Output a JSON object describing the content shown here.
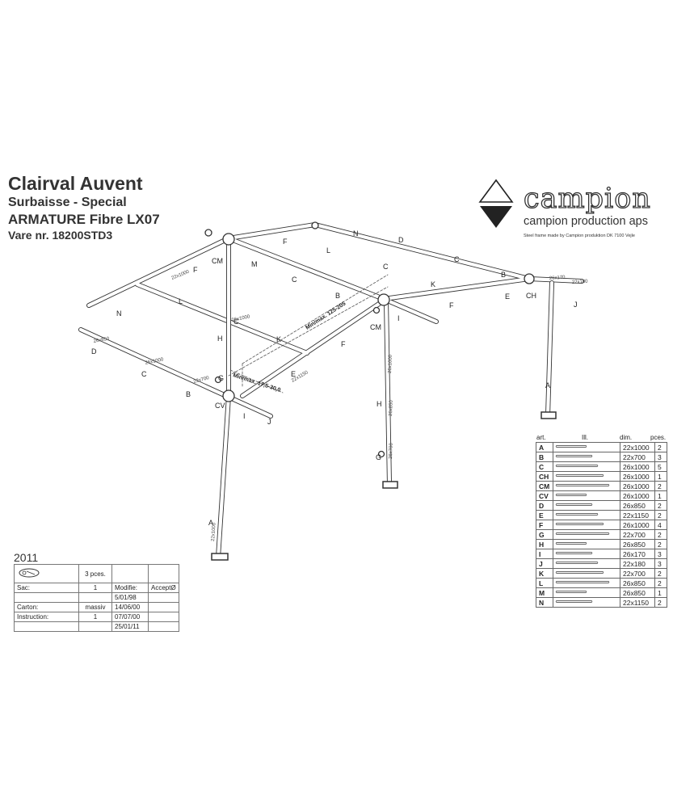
{
  "header": {
    "title": "Clairval Auvent",
    "subtitle": "Surbaisse - Special",
    "product": "ARMATURE Fibre  LX07",
    "item_number": "Vare nr. 18200STD3"
  },
  "logo": {
    "brand": "campion",
    "company": "campion production aps",
    "note": "Steel frame made by Campion produktion    DK 7100 Vejle"
  },
  "diagram": {
    "letters": [
      "A",
      "A",
      "B",
      "B",
      "B",
      "C",
      "C",
      "C",
      "C",
      "C",
      "CH",
      "CM",
      "CM",
      "CV",
      "D",
      "D",
      "E",
      "E",
      "F",
      "F",
      "F",
      "F",
      "G",
      "G",
      "H",
      "H",
      "I",
      "I",
      "J",
      "J",
      "K",
      "K",
      "L",
      "L",
      "M",
      "N",
      "N"
    ],
    "dims": [
      "22x1000",
      "22x700",
      "26x1000",
      "26x850",
      "22x1150",
      "26x170",
      "22x180",
      "26x1000",
      "26x850",
      "26x700",
      "26x1000",
      "22x1000"
    ],
    "min_max_1": "Min/max. 125-205",
    "min_max_2": "Min/max. 17,5-30,0"
  },
  "parts_table": {
    "headers": {
      "art": "art.",
      "ill": "Ill.",
      "dim": "dim.",
      "pcs": "pces."
    },
    "rows": [
      {
        "art": "A",
        "dim": "22x1000",
        "pcs": "2"
      },
      {
        "art": "B",
        "dim": "22x700",
        "pcs": "3"
      },
      {
        "art": "C",
        "dim": "26x1000",
        "pcs": "5"
      },
      {
        "art": "CH",
        "dim": "26x1000",
        "pcs": "1"
      },
      {
        "art": "CM",
        "dim": "26x1000",
        "pcs": "2"
      },
      {
        "art": "CV",
        "dim": "26x1000",
        "pcs": "1"
      },
      {
        "art": "D",
        "dim": "26x850",
        "pcs": "2"
      },
      {
        "art": "E",
        "dim": "22x1150",
        "pcs": "2"
      },
      {
        "art": "F",
        "dim": "26x1000",
        "pcs": "4"
      },
      {
        "art": "G",
        "dim": "22x700",
        "pcs": "2"
      },
      {
        "art": "H",
        "dim": "26x850",
        "pcs": "2"
      },
      {
        "art": "I",
        "dim": "26x170",
        "pcs": "3"
      },
      {
        "art": "J",
        "dim": "22x180",
        "pcs": "3"
      },
      {
        "art": "K",
        "dim": "22x700",
        "pcs": "2"
      },
      {
        "art": "L",
        "dim": "26x850",
        "pcs": "2"
      },
      {
        "art": "M",
        "dim": "26x850",
        "pcs": "1"
      },
      {
        "art": "N",
        "dim": "22x1150",
        "pcs": "2"
      }
    ]
  },
  "inventory": {
    "year": "2011",
    "bag_pcs": "3 pces.",
    "sac_label": "Sac:",
    "sac_qty": "1",
    "modifie_label": "Modifie:",
    "accept_label": "AcceptØ",
    "carton_label": "Carton:",
    "carton_val": "massiv",
    "instruction_label": "Instruction:",
    "instruction_qty": "1",
    "dates": [
      "5/01/98",
      "14/06/00",
      "07/07/00",
      "25/01/11"
    ]
  }
}
